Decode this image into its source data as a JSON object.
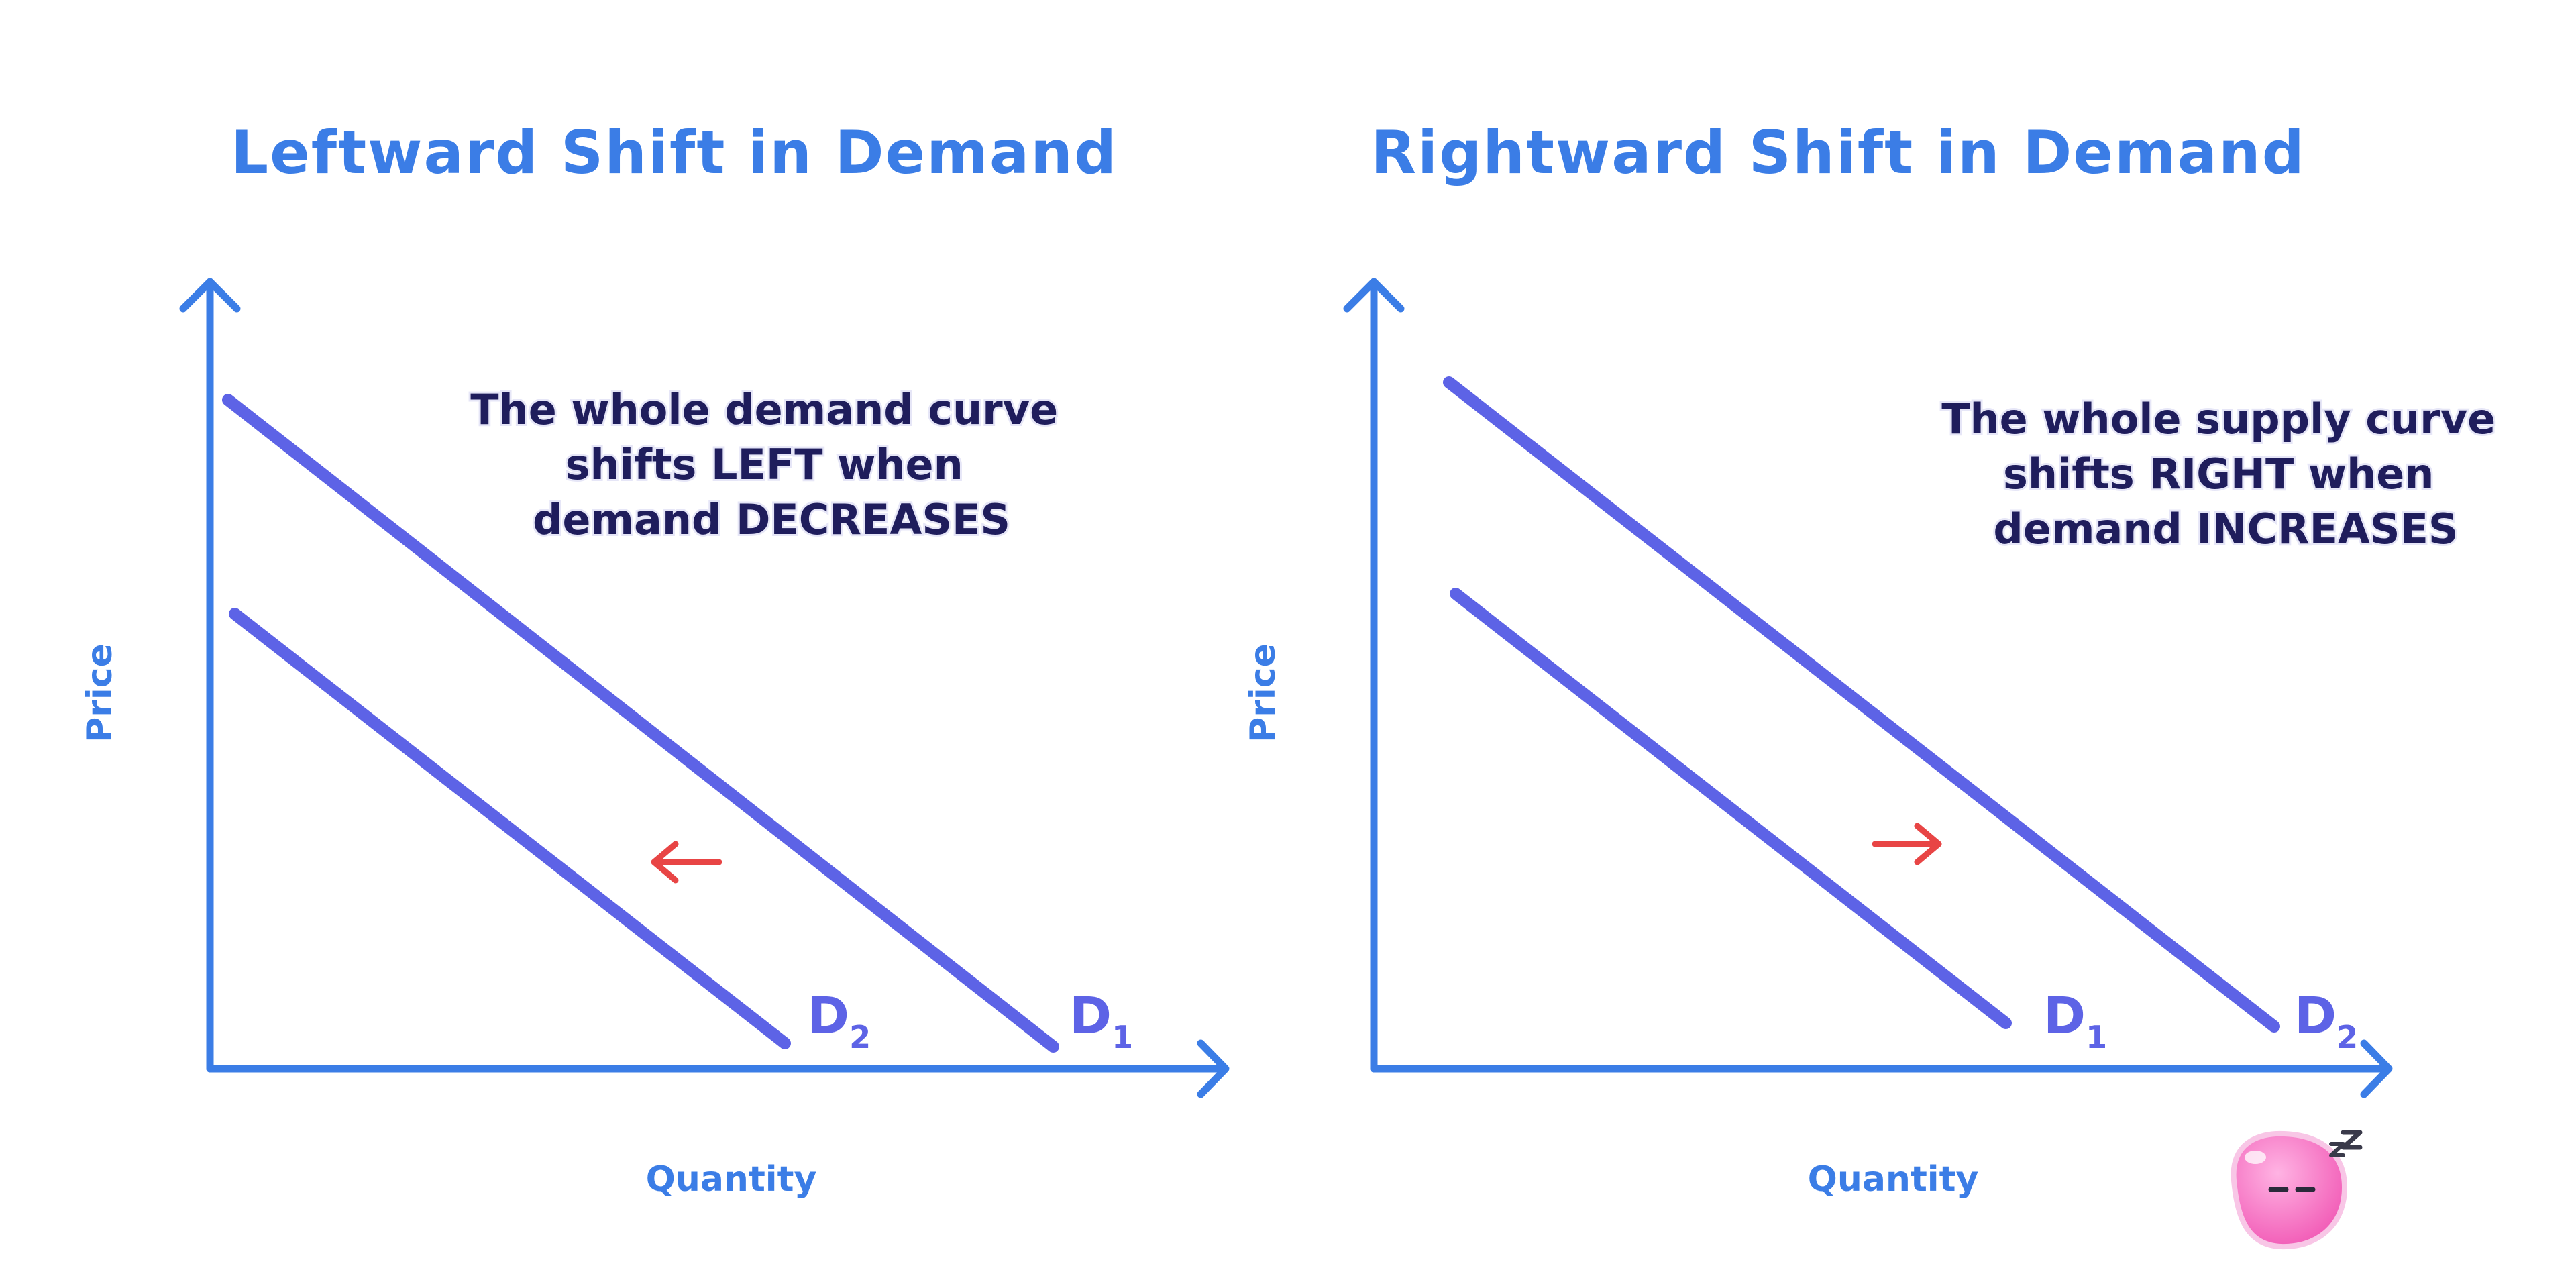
{
  "panels": [
    {
      "title": "Leftward Shift in Demand",
      "y_axis_label": "Price",
      "x_axis_label": "Quantity",
      "note_lines": [
        "The whole demand curve",
        "shifts LEFT when",
        "demand DECREASES"
      ],
      "curves": [
        {
          "label": "D",
          "subscript": "1"
        },
        {
          "label": "D",
          "subscript": "2"
        }
      ],
      "shift_direction": "left"
    },
    {
      "title": "Rightward Shift in Demand",
      "y_axis_label": "Price",
      "x_axis_label": "Quantity",
      "note_lines": [
        "The whole supply curve",
        "shifts RIGHT when",
        "demand INCREASES"
      ],
      "curves": [
        {
          "label": "D",
          "subscript": "1"
        },
        {
          "label": "D",
          "subscript": "2"
        }
      ],
      "shift_direction": "right"
    }
  ],
  "colors": {
    "axis": "#3b7de6",
    "curve": "#5d63e6",
    "arrow": "#e84545",
    "note_text": "#1f1d5c",
    "mascot": "#f46fc0"
  },
  "mascot": {
    "icon": "sleeping-blob-mascot"
  }
}
